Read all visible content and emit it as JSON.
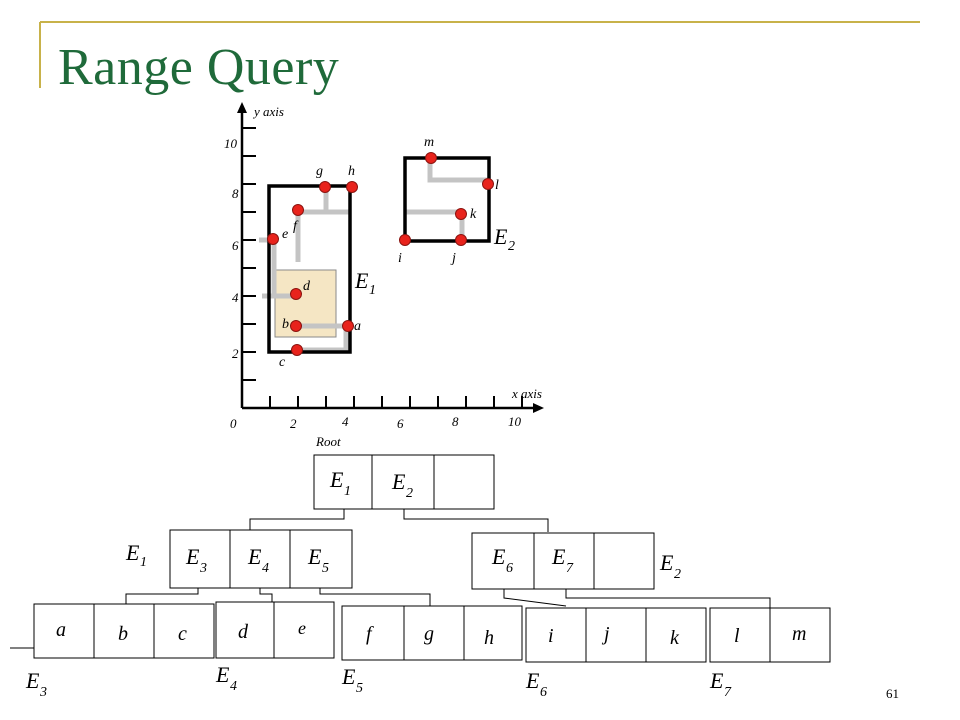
{
  "slide": {
    "title": "Range Query",
    "page_number": "61"
  },
  "plot": {
    "y_axis_label": "y axis",
    "x_axis_label": "x axis",
    "origin_label": "0",
    "y_ticks": [
      "10",
      "8",
      "6",
      "4",
      "2"
    ],
    "x_ticks": [
      "2",
      "4",
      "6",
      "8",
      "10"
    ],
    "points": [
      "a",
      "b",
      "c",
      "d",
      "e",
      "f",
      "g",
      "h",
      "i",
      "j",
      "k",
      "l",
      "m"
    ],
    "rect_labels": {
      "e1": "E",
      "e1_sub": "1",
      "e2": "E",
      "e2_sub": "2"
    },
    "query_color": "#f5e6c4",
    "point_color": "#e8231c"
  },
  "tree": {
    "root_label": "Root",
    "root_cells": [
      {
        "main": "E",
        "sub": "1"
      },
      {
        "main": "E",
        "sub": "2"
      }
    ],
    "level1_left_label": {
      "main": "E",
      "sub": "1"
    },
    "level1_left_cells": [
      {
        "main": "E",
        "sub": "3"
      },
      {
        "main": "E",
        "sub": "4"
      },
      {
        "main": "E",
        "sub": "5"
      }
    ],
    "level1_right_label": {
      "main": "E",
      "sub": "2"
    },
    "level1_right_cells": [
      {
        "main": "E",
        "sub": "6"
      },
      {
        "main": "E",
        "sub": "7"
      }
    ],
    "leaves": {
      "e3": [
        "a",
        "b",
        "c"
      ],
      "e4": [
        "d",
        "e"
      ],
      "e5": [
        "f",
        "g",
        "h"
      ],
      "e6": [
        "i",
        "j",
        "k"
      ],
      "e7": [
        "l",
        "m"
      ]
    },
    "leaf_labels": [
      {
        "main": "E",
        "sub": "3"
      },
      {
        "main": "E",
        "sub": "4"
      },
      {
        "main": "E",
        "sub": "5"
      },
      {
        "main": "E",
        "sub": "6"
      },
      {
        "main": "E",
        "sub": "7"
      }
    ]
  }
}
